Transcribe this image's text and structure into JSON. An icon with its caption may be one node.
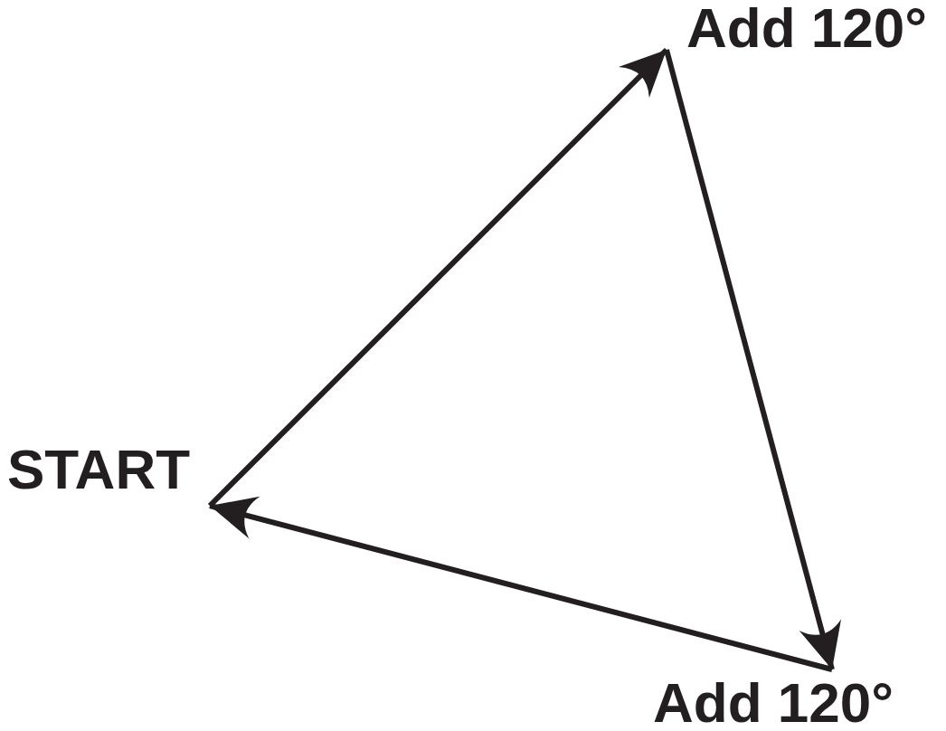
{
  "diagram": {
    "nodes": [
      {
        "text": [
          "START"
        ]
      },
      {
        "text": [
          "Add 120°"
        ]
      },
      {
        "text": [
          "Add 120°"
        ]
      }
    ],
    "edges": [
      {
        "from": 0,
        "to": 1,
        "arrow": "to"
      },
      {
        "from": 1,
        "to": 2,
        "arrow": "to"
      },
      {
        "from": 2,
        "to": 0,
        "arrow": "to"
      }
    ]
  }
}
